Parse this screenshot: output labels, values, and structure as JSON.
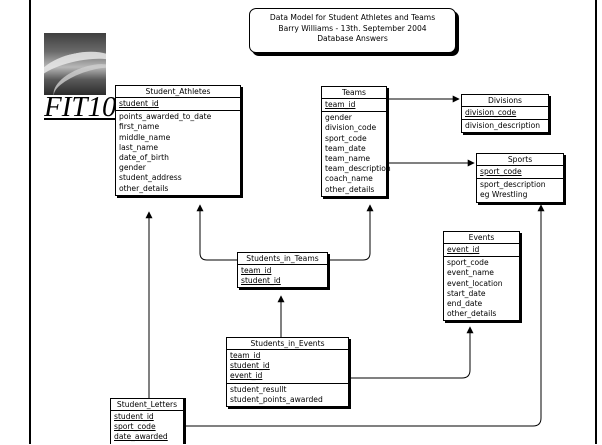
{
  "title": {
    "line1": "Data Model for Student Athletes and Teams",
    "line2": "Barry Williams - 13th. September 2004",
    "line3": "Database Answers"
  },
  "logo": {
    "text": "FIT10"
  },
  "entities": {
    "student_athletes": {
      "name": "Student_Athletes",
      "keys": [
        "student_id"
      ],
      "attrs": [
        "points_awarded_to_date",
        "first_name",
        "middle_name",
        "last_name",
        "date_of_birth",
        "gender",
        "student_address",
        "other_details"
      ]
    },
    "teams": {
      "name": "Teams",
      "keys": [
        "team_id"
      ],
      "attrs": [
        "gender",
        "division_code",
        "sport_code",
        "team_date",
        "team_name",
        "team_description",
        "coach_name",
        "other_details"
      ]
    },
    "divisions": {
      "name": "Divisions",
      "keys": [
        "division_code"
      ],
      "attrs": [
        "division_description"
      ]
    },
    "sports": {
      "name": "Sports",
      "keys": [
        "sport_code"
      ],
      "attrs": [
        "sport_description",
        "eg Wrestling"
      ]
    },
    "students_in_teams": {
      "name": "Students_in_Teams",
      "keys": [
        "team_id",
        "student_id"
      ],
      "attrs": []
    },
    "events": {
      "name": "Events",
      "keys": [
        "event_id"
      ],
      "attrs": [
        "sport_code",
        "event_name",
        "event_location",
        "start_date",
        "end_date",
        "other_details"
      ]
    },
    "students_in_events": {
      "name": "Students_in_Events",
      "keys": [
        "team_id",
        "student_id",
        "event_id"
      ],
      "attrs": [
        "student_resullt",
        "student_points_awarded"
      ]
    },
    "student_letters": {
      "name": "Student_Letters",
      "keys": [
        "student_id",
        "sport_code",
        "date_awarded"
      ],
      "attrs": []
    }
  }
}
